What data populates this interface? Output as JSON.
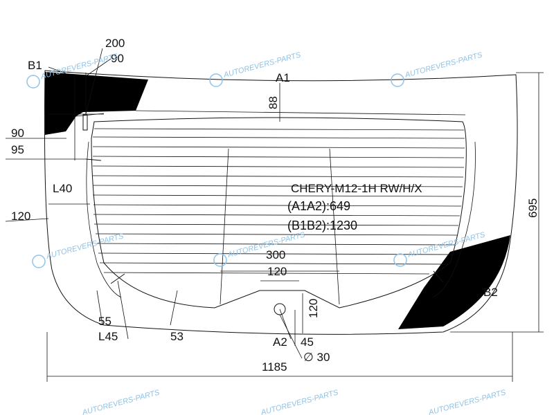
{
  "diagram": {
    "part_code": "CHERY-M12-1H RW/H/X",
    "a1a2": "(A1A2):649",
    "b1b2": "(B1B2):1230",
    "points": {
      "a1": "A1",
      "a2": "A2",
      "b1": "B1",
      "b2": "B2"
    },
    "dimensions": {
      "d200": "200",
      "d90_top": "90",
      "d88": "88",
      "d90_left": "90",
      "d95": "95",
      "l40": "L40",
      "d120_left": "120",
      "d695": "695",
      "d300": "300",
      "d120_center": "120",
      "d120_vertical": "120",
      "d55": "55",
      "l45": "L45",
      "d53": "53",
      "d45": "45",
      "dia30": "∅ 30",
      "d1185": "1185"
    },
    "watermark": "AUTOREVERS-PARTS",
    "colors": {
      "glass_outline": "#111111",
      "black_frit": "#000000",
      "watermark": "#8fc3e8"
    }
  }
}
